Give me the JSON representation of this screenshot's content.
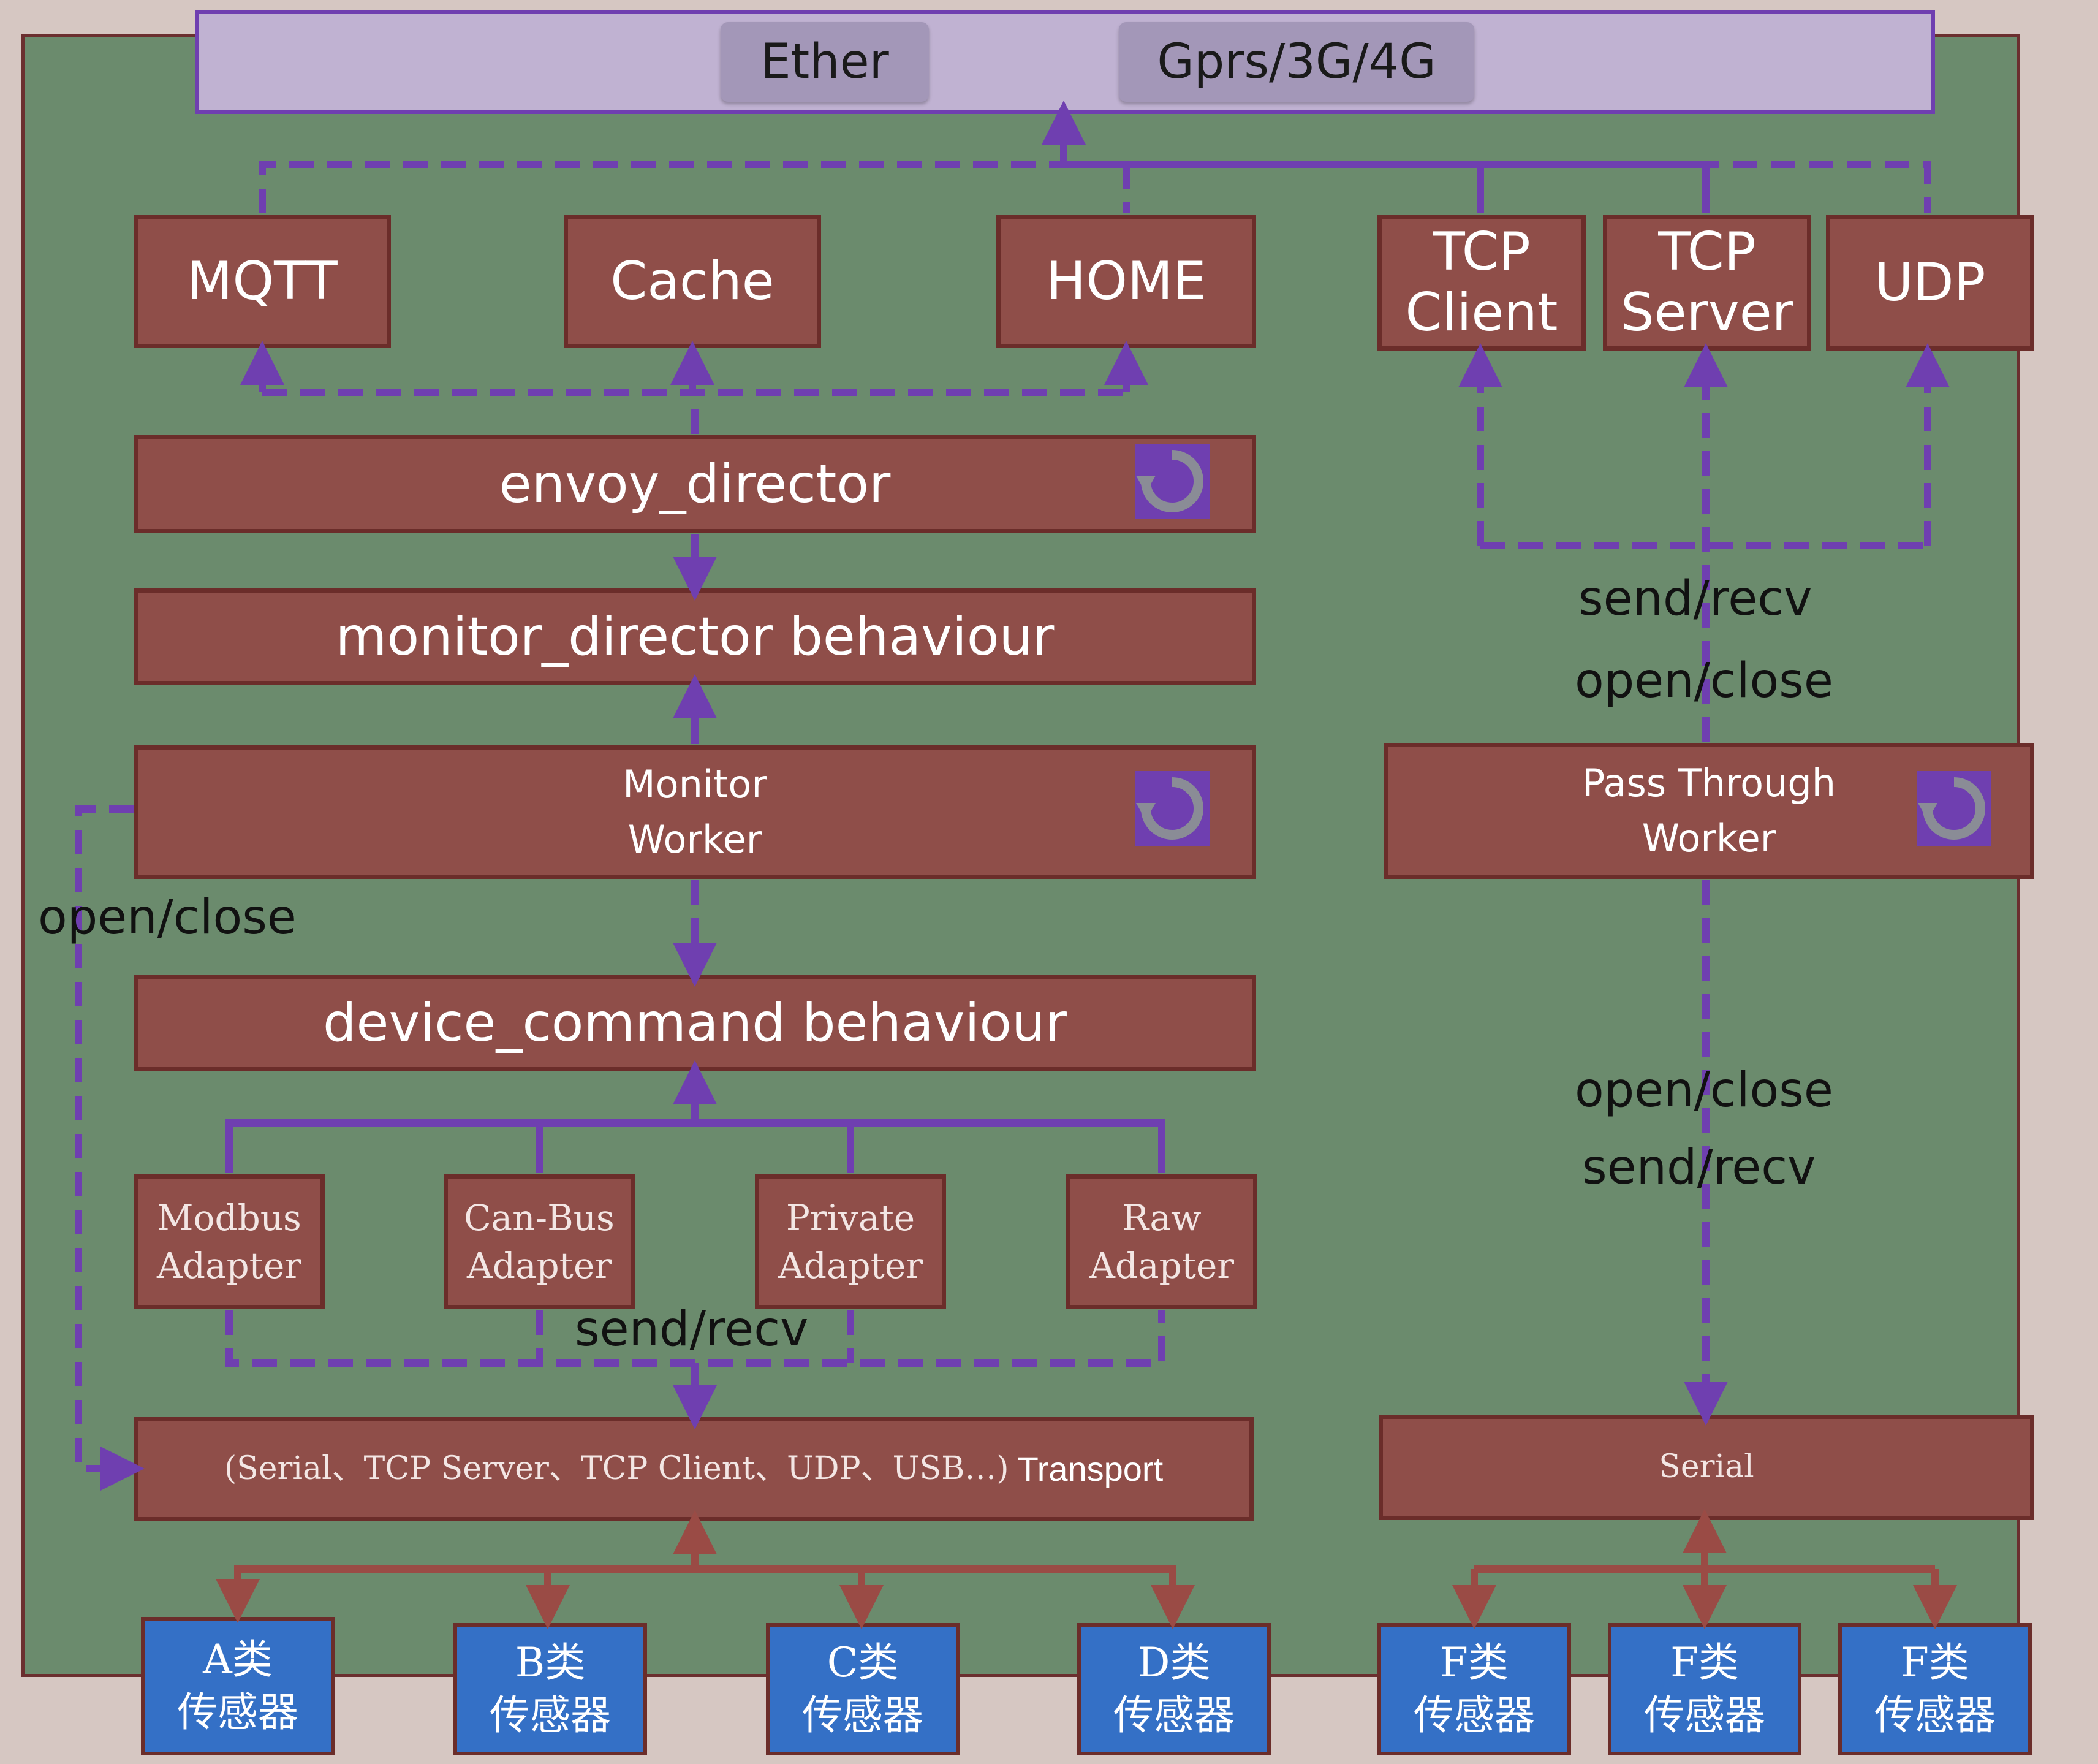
{
  "top": {
    "ether": "Ether",
    "gprs": "Gprs/3G/4G"
  },
  "upper_left": {
    "mqtt": "MQTT",
    "cache": "Cache",
    "home": "HOME"
  },
  "upper_right": {
    "tcp_client": "TCP\nClient",
    "tcp_server": "TCP\nServer",
    "udp": "UDP"
  },
  "envoy": "envoy_director",
  "monitor_director": "monitor_director behaviour",
  "monitor_worker": "Monitor\nWorker",
  "device_command": "device_command behaviour",
  "adapters": {
    "modbus": "Modbus\nAdapter",
    "canbus": "Can-Bus\nAdapter",
    "private": "Private\nAdapter",
    "raw": "Raw\nAdapter"
  },
  "transport": {
    "list": "(Serial、TCP Server、TCP Client、UDP、USB…)",
    "word": "Transport"
  },
  "passthrough": "Pass Through\nWorker",
  "serial": "Serial",
  "labels": {
    "send_recv_right_top": "send/recv",
    "open_close_right_top": "open/close",
    "open_close_left": "open/close",
    "open_close_right_bottom": "open/close",
    "send_recv_right_bottom": "send/recv",
    "send_recv_adapters": "send/recv"
  },
  "sensors": {
    "a": "A类\n传感器",
    "b": "B类\n传感器",
    "c": "C类\n传感器",
    "d": "D类\n传感器",
    "f1": "F类\n传感器",
    "f2": "F类\n传感器",
    "f3": "F类\n传感器"
  },
  "colors": {
    "background": "#d6c7c2",
    "panel": "#6b8b6d",
    "box": "#8f4e49",
    "box_border": "#6b2d2a",
    "sensor": "#3470c6",
    "purple_line": "#6f3fb0",
    "brown_line": "#9a4b45",
    "top_bar": "#c0b2d2"
  },
  "icons": [
    "refresh-icon",
    "arrow-icon"
  ]
}
